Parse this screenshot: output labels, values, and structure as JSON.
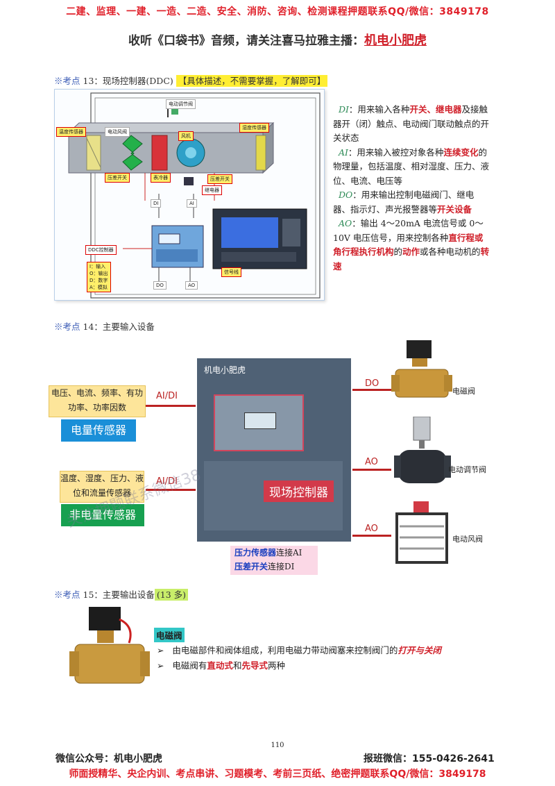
{
  "header": {
    "top_banner": "二建、监理、一建、一造、二造、安全、消防、咨询、检测课程押题联系QQ/微信：3849178",
    "subtitle_prefix": "收听《口袋书》音频，请关注喜马拉雅主播：",
    "subtitle_host": "机电小肥虎"
  },
  "point13": {
    "mark": "※考点",
    "title": " 13：现场控制器(DDC)",
    "note": "【具体描述，不需要掌握，了解即可】",
    "diagram": {
      "labels": {
        "temp_sensor_left": "温度传感器",
        "temp_sensor_right": "湿度传感器",
        "motor_valve_top": "电动调节阀",
        "air_valve": "电动风阀",
        "fan": "风机",
        "pressure_switch_left": "压差开关",
        "pressure_switch_right": "压差开关",
        "cooler": "表冷器",
        "relay": "继电器",
        "di": "DI",
        "ai": "AI",
        "do": "DO",
        "ao": "AO",
        "ddc": "DDC控制器",
        "signal_line": "信号线",
        "legend": [
          "I：输入",
          "O：输出",
          "D：数字",
          "A：模拟"
        ]
      }
    },
    "desc": [
      {
        "key": "DI",
        "text1": "：用来输入各种",
        "red1": "开关、继电器",
        "text2": "及接触器开（闭）触点、电动阀门联动触点的开关状态"
      },
      {
        "key": "AI",
        "text1": "：用来输入被控对象各种",
        "red1": "连续变化",
        "text2": "的物理量，包括温度、相对湿度、压力、液位、电流、电压等"
      },
      {
        "key": "DO",
        "text1": "：用来输出控制电磁阀门、继电器、指示灯、声光报警器等",
        "red1": "开关设备",
        "text2": ""
      },
      {
        "key": "AO",
        "text1": "：输出 4～20mA 电流信号或 0～10V 电压信号，用来控制各种",
        "red1": "直行程或角行程执行机构",
        "text2": "的",
        "red2": "动作",
        "text3": "或各种电动机的",
        "red3": "转速"
      }
    ]
  },
  "point14": {
    "mark": "※考点",
    "title": " 14：主要输入设备",
    "photo_caption": "机电小肥虎",
    "controller_label": "现场控制器",
    "input1": {
      "text": "电压、电流、频率、有功功率、功率因数",
      "button": "电量传感器",
      "tag": "AI/DI"
    },
    "input2": {
      "text": "温度、湿度、压力、液位和流量传感器",
      "button": "非电量传感器",
      "tag": "AI/DI"
    },
    "outputs": [
      {
        "tag": "DO",
        "name": "电磁阀"
      },
      {
        "tag": "AO",
        "name": "电动调节阀"
      },
      {
        "tag": "AO",
        "name": "电动风阀"
      }
    ],
    "note_line1_red": "压力传感器",
    "note_line1": "连接AI",
    "note_line2_red": "压差开关",
    "note_line2": "连接DI"
  },
  "point15": {
    "mark": "※考点",
    "title": " 15：主要输出设备",
    "note": "(13 多)",
    "heading": "电磁阀",
    "bullets": [
      {
        "text": "由电磁部件和阀体组成，利用电磁力带动阀塞来控制阀门的",
        "red": "打开与关闭",
        "tail": ""
      },
      {
        "text": "电磁阀有",
        "red": "直动式",
        "mid": "和",
        "red2": "先导式",
        "tail": "两种"
      }
    ]
  },
  "watermark": "关注押题联系微信38",
  "page_number": "110",
  "footer": {
    "left": "微信公众号：机电小肥虎",
    "right": "报班微信：155-0426-2641",
    "bottom_banner": "师面授精华、央企内训、考点串讲、习题模考、考前三页纸、绝密押题联系QQ/微信：3849178"
  }
}
